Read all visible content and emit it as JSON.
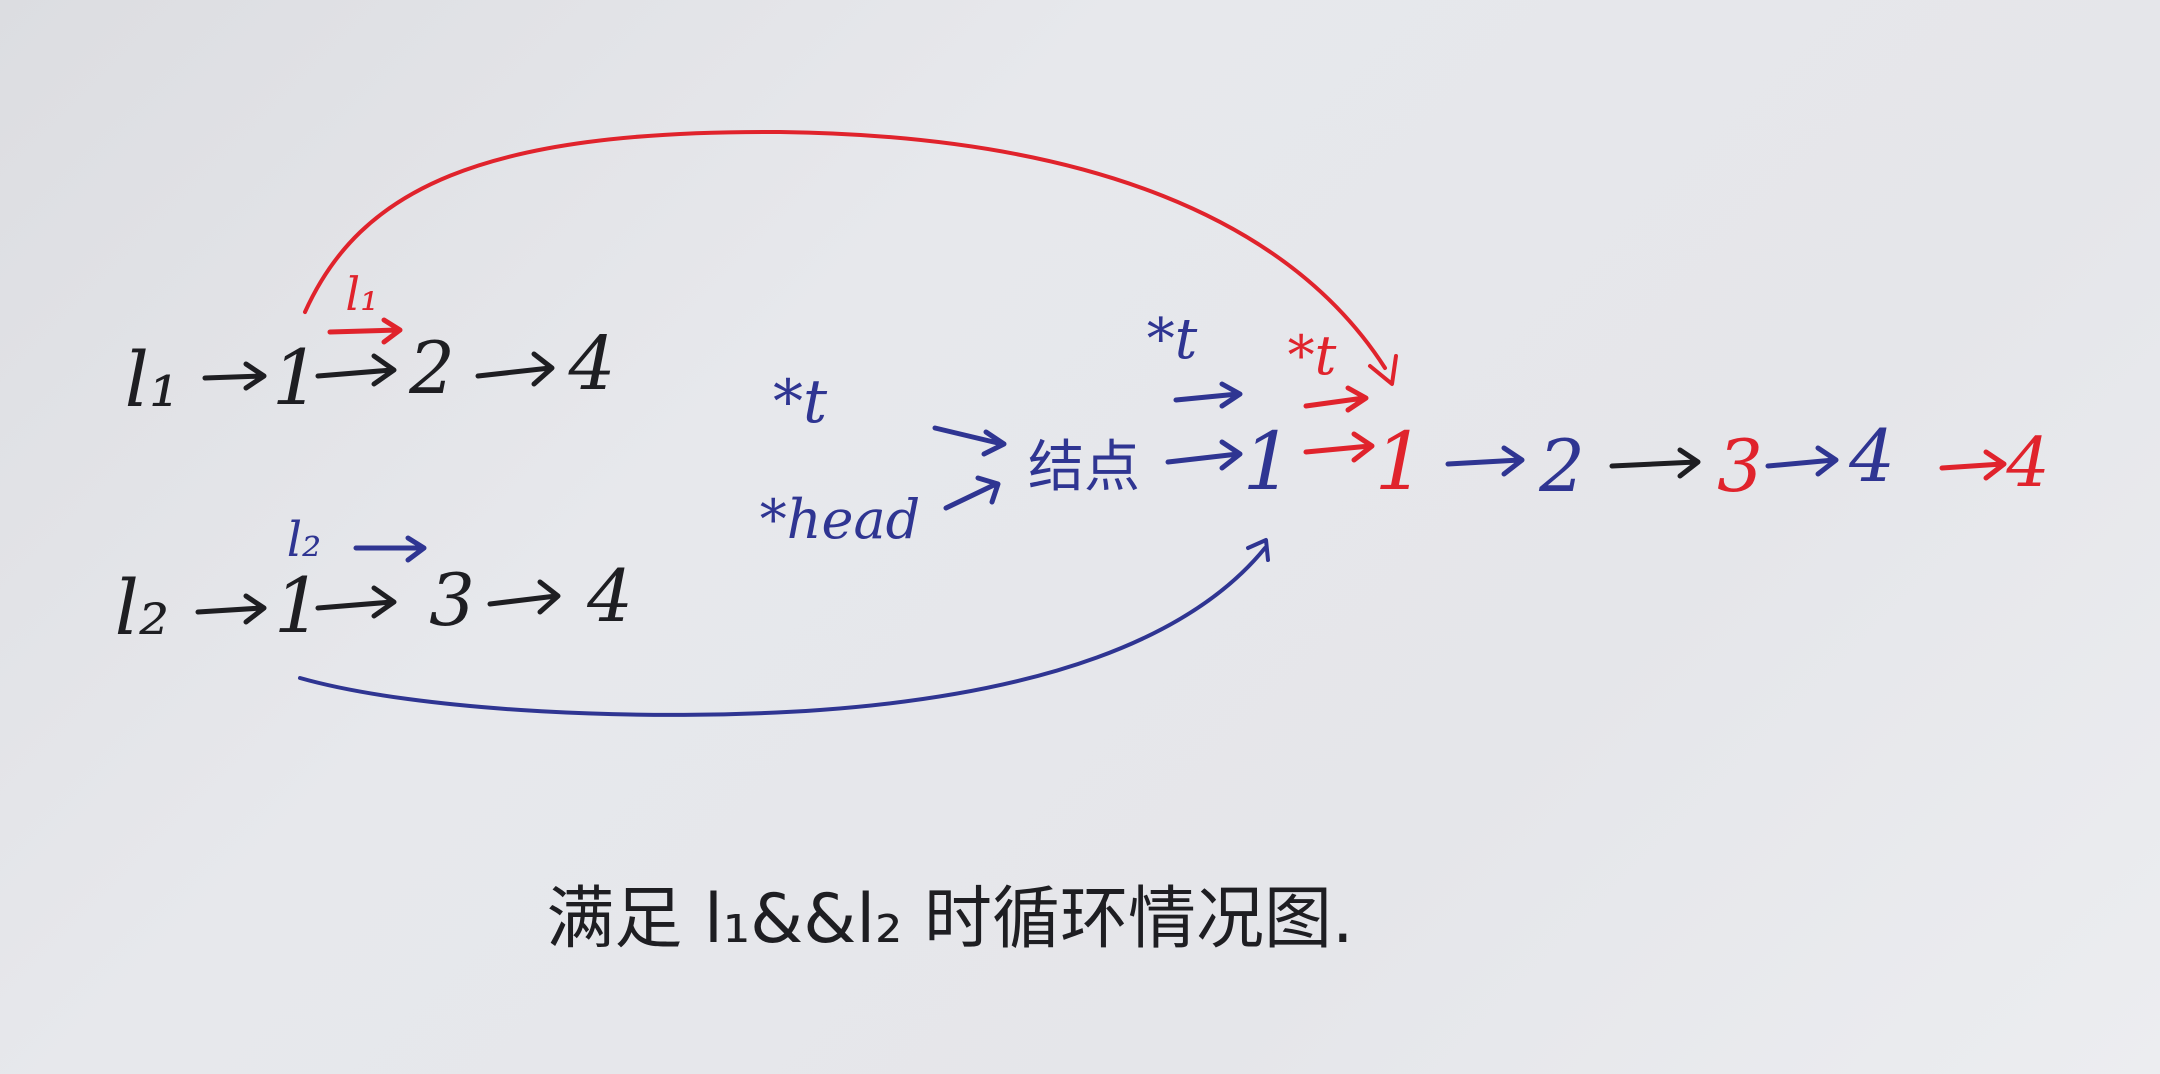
{
  "colors": {
    "black": "#1e1e22",
    "blue": "#2f3592",
    "red": "#e0232c",
    "arrowhead": "arrow"
  },
  "list_l1": {
    "name": "l₁",
    "nodes": [
      "1",
      "2",
      "4"
    ],
    "pointer": "l₁"
  },
  "list_l2": {
    "name": "l₂",
    "nodes": [
      "1",
      "3",
      "4"
    ],
    "pointer": "l₂"
  },
  "merged": {
    "pointer_t": "*t",
    "pointer_head": "*head",
    "sentinel": "结点",
    "nodes": [
      "1",
      "1",
      "2",
      "3",
      "4",
      "4"
    ],
    "node_colors": [
      "blue",
      "red",
      "blue",
      "red",
      "blue",
      "red"
    ],
    "pointer_t_blue": "*t",
    "pointer_t_red": "*t"
  },
  "caption": "满足 l₁&&l₂ 时循环情况图."
}
